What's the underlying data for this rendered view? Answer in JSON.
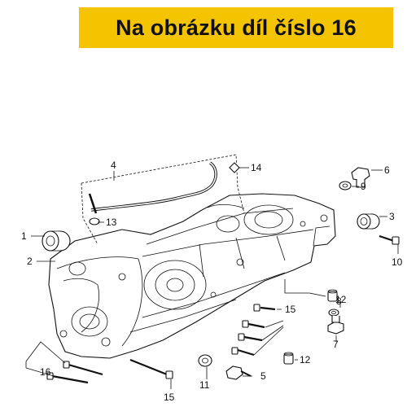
{
  "banner": {
    "text": "Na obrázku díl číslo 16",
    "color": "#f5c400"
  },
  "diagram": {
    "callouts": {
      "c1": "1",
      "c2": "2",
      "c3": "3",
      "c4": "4",
      "c5": "5",
      "c6": "6",
      "c7": "7",
      "c8": "8",
      "c9": "9",
      "c10": "10",
      "c11": "11",
      "c12a": "12",
      "c12b": "12",
      "c13": "13",
      "c14": "14",
      "c15a": "15",
      "c15b": "15",
      "c16": "16"
    }
  }
}
